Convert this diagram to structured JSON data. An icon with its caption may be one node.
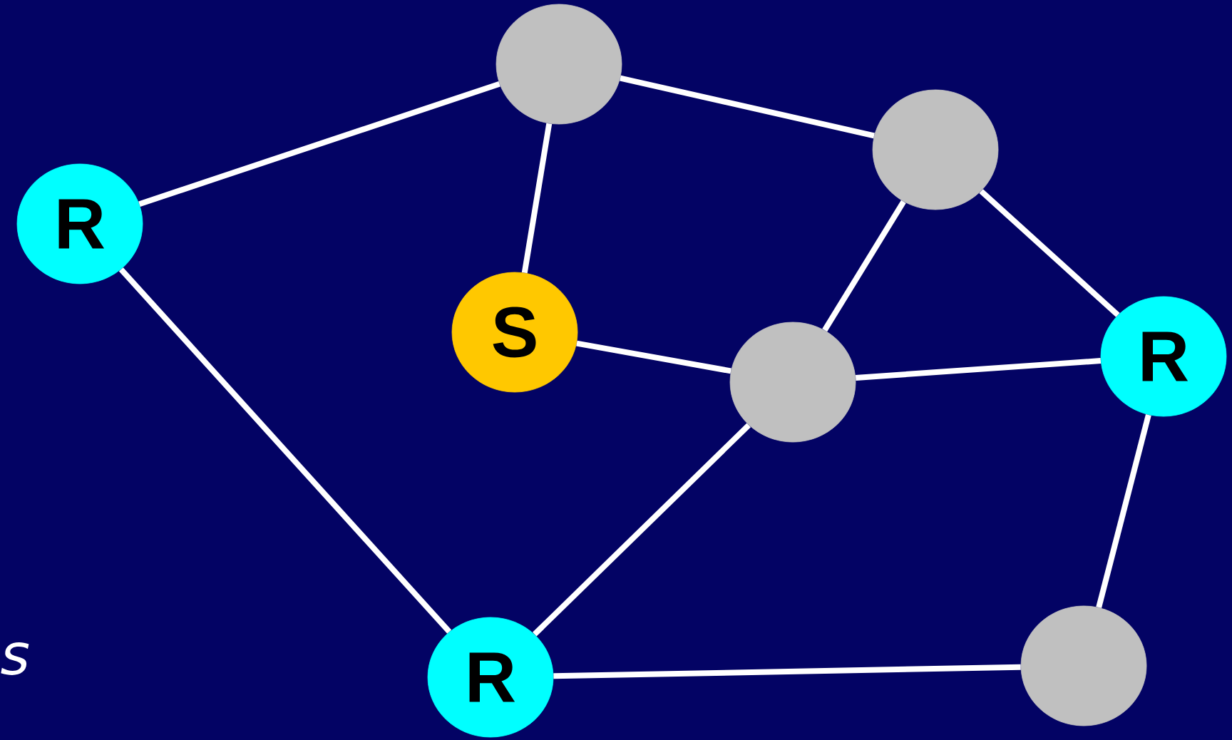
{
  "diagram": {
    "nodes": [
      {
        "text": [],
        "shape": "circle"
      },
      {
        "text": [],
        "shape": "circle"
      },
      {
        "text": [
          "R"
        ]
      },
      {
        "text": [
          "S"
        ]
      },
      {
        "text": [
          "R"
        ]
      },
      {
        "text": [],
        "shape": "circle"
      },
      {
        "text": [],
        "shape": "circle"
      },
      {
        "text": [
          "R"
        ]
      }
    ],
    "edges": [
      {
        "from": 2,
        "to": 0,
        "arrow": "none"
      },
      {
        "from": 0,
        "to": 3,
        "arrow": "none"
      },
      {
        "from": 0,
        "to": 1,
        "arrow": "none"
      },
      {
        "from": 1,
        "to": 5,
        "arrow": "none"
      },
      {
        "from": 1,
        "to": 4,
        "arrow": "none"
      },
      {
        "from": 3,
        "to": 5,
        "arrow": "none"
      },
      {
        "from": 5,
        "to": 4,
        "arrow": "none"
      },
      {
        "from": 5,
        "to": 7,
        "arrow": "none"
      },
      {
        "from": 2,
        "to": 7,
        "arrow": "none"
      },
      {
        "from": 7,
        "to": 6,
        "arrow": "none"
      },
      {
        "from": 6,
        "to": 4,
        "arrow": "none"
      }
    ],
    "labels": [
      "s"
    ]
  }
}
